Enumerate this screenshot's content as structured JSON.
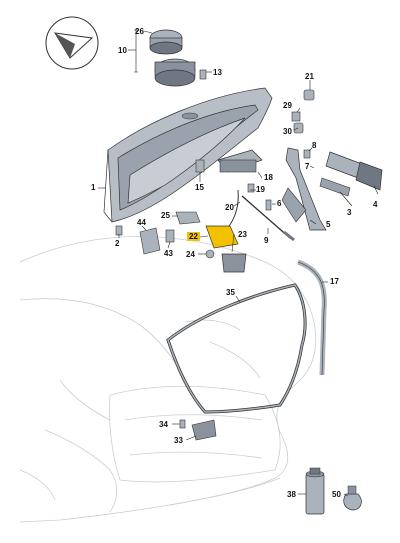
{
  "compass": {
    "icon": "direction-arrow-icon"
  },
  "callouts": [
    {
      "id": "c26",
      "label": "26"
    },
    {
      "id": "c10",
      "label": "10"
    },
    {
      "id": "c13",
      "label": "13"
    },
    {
      "id": "c21",
      "label": "21"
    },
    {
      "id": "c29",
      "label": "29"
    },
    {
      "id": "c30",
      "label": "30"
    },
    {
      "id": "c8",
      "label": "8"
    },
    {
      "id": "c7",
      "label": "7"
    },
    {
      "id": "c4",
      "label": "4"
    },
    {
      "id": "c3",
      "label": "3"
    },
    {
      "id": "c1",
      "label": "1"
    },
    {
      "id": "c18",
      "label": "18"
    },
    {
      "id": "c15",
      "label": "15"
    },
    {
      "id": "c19",
      "label": "19"
    },
    {
      "id": "c6",
      "label": "6"
    },
    {
      "id": "c5",
      "label": "5"
    },
    {
      "id": "c20",
      "label": "20"
    },
    {
      "id": "c25",
      "label": "25"
    },
    {
      "id": "c44",
      "label": "44"
    },
    {
      "id": "c2",
      "label": "2"
    },
    {
      "id": "c43",
      "label": "43"
    },
    {
      "id": "c22",
      "label": "22"
    },
    {
      "id": "c23",
      "label": "23"
    },
    {
      "id": "c24",
      "label": "24"
    },
    {
      "id": "c9",
      "label": "9"
    },
    {
      "id": "c17",
      "label": "17"
    },
    {
      "id": "c35",
      "label": "35"
    },
    {
      "id": "c34",
      "label": "34"
    },
    {
      "id": "c33",
      "label": "33"
    },
    {
      "id": "c38",
      "label": "38"
    },
    {
      "id": "c50",
      "label": "50"
    }
  ],
  "colors": {
    "part_fill": "#aab2bb",
    "part_dark": "#6f7882",
    "lid_fill": "#b7bec6",
    "ghost_line": "#c9ced4",
    "highlight": "#f2c100"
  }
}
